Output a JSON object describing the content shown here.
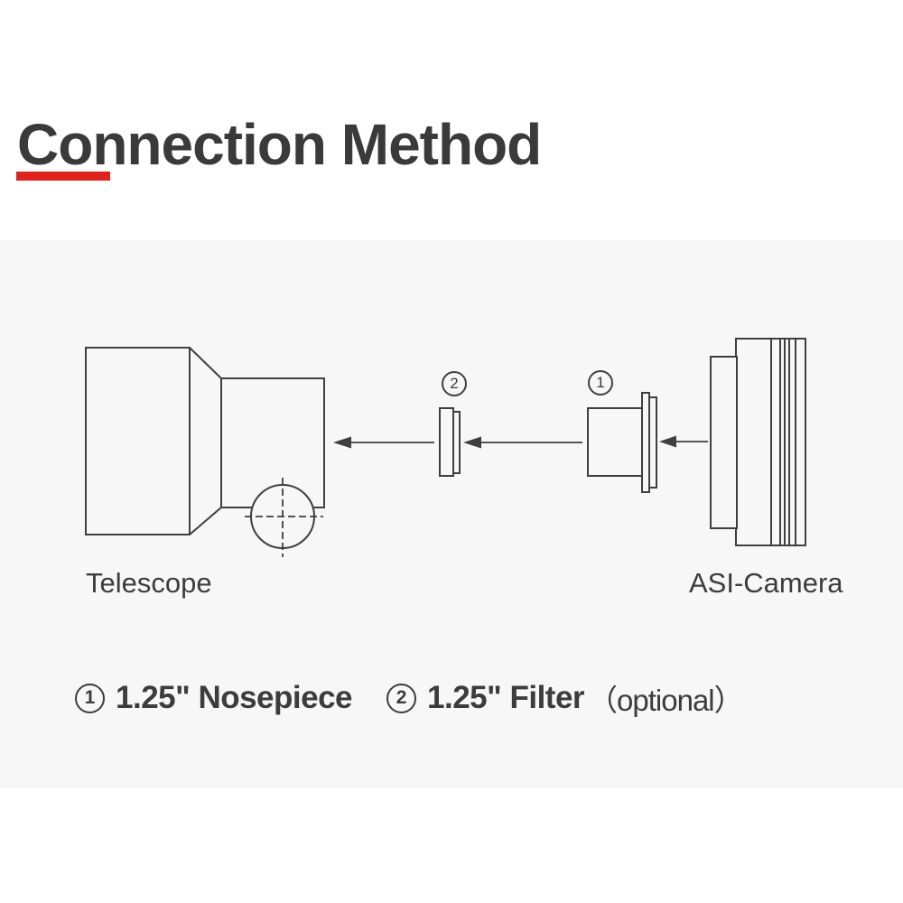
{
  "header": {
    "title": "Connection Method"
  },
  "colors": {
    "accent_red": "#dc241c",
    "panel_background": "#f7f7f7",
    "line": "#3f3f3f",
    "text": "#3c3c3c"
  },
  "diagram": {
    "telescope_label": "Telescope",
    "camera_label": "ASI-Camera",
    "callouts": [
      {
        "number": "1",
        "part": "nosepiece"
      },
      {
        "number": "2",
        "part": "filter"
      }
    ]
  },
  "legend": {
    "items": [
      {
        "number": "1",
        "label": "1.25\" Nosepiece",
        "suffix": ""
      },
      {
        "number": "2",
        "label": "1.25\" Filter",
        "suffix": "（optional）"
      }
    ]
  }
}
